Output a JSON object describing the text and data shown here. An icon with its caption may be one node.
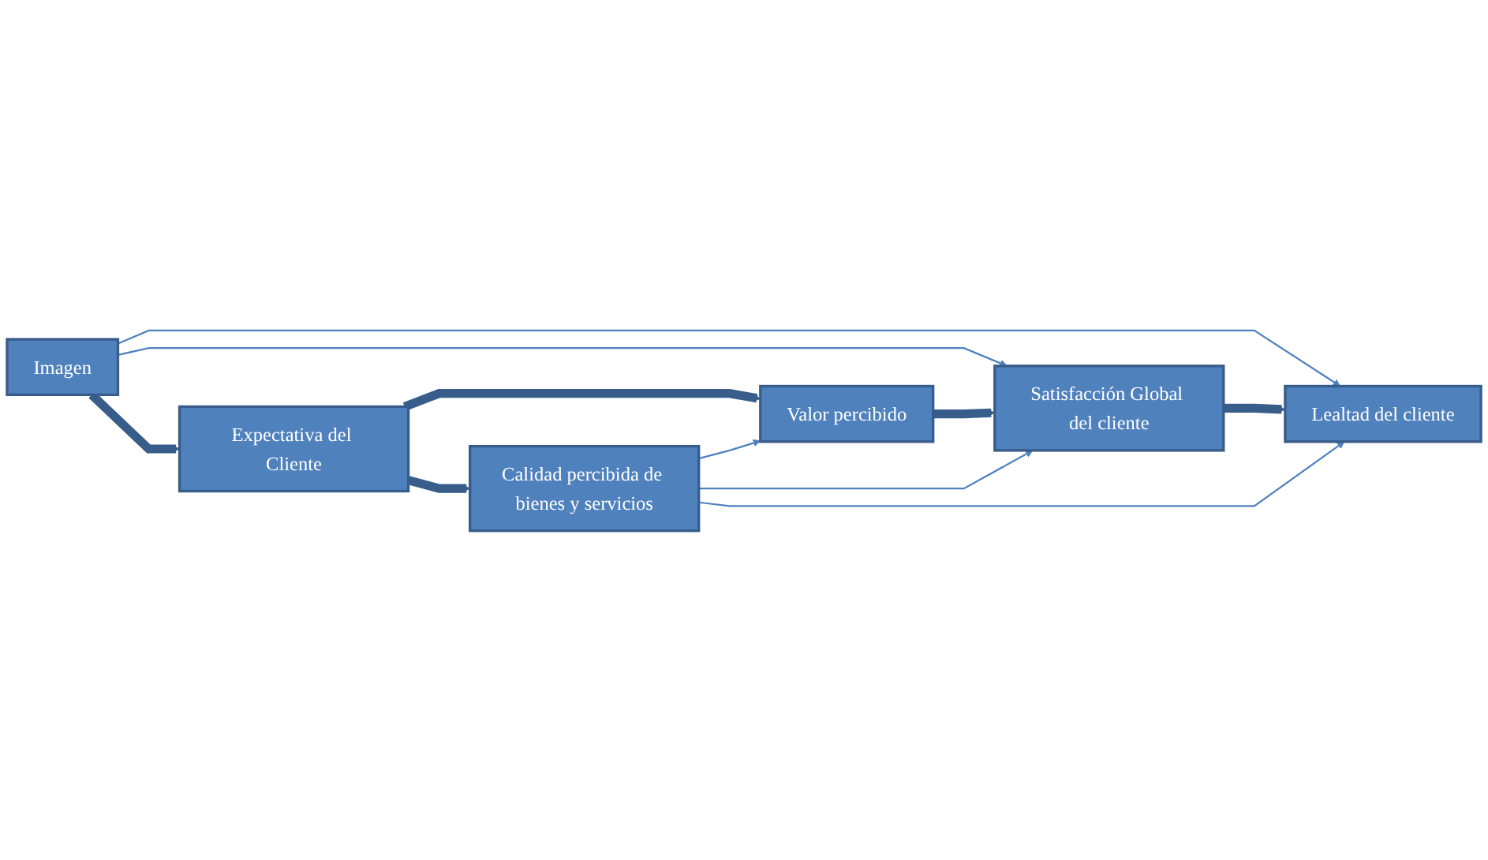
{
  "diagram": {
    "nodes": [
      {
        "text": [
          "Imagen"
        ]
      },
      {
        "text": [
          "Expectativa del Cliente"
        ]
      },
      {
        "text": [
          "Calidad percibida de bienes y servicios"
        ]
      },
      {
        "text": [
          "Valor percibido"
        ]
      },
      {
        "text": [
          "Satisfacción Global del cliente"
        ]
      },
      {
        "text": [
          "Lealtad del cliente"
        ]
      }
    ],
    "edges": [
      {
        "from": 0,
        "to": 1,
        "arrow": "to",
        "style": "thick",
        "color": "#385d8a"
      },
      {
        "from": 0,
        "to": 4,
        "arrow": "to"
      },
      {
        "from": 0,
        "to": 5,
        "arrow": "to"
      },
      {
        "from": 1,
        "to": 3,
        "arrow": "to",
        "style": "thick",
        "color": "#385d8a"
      },
      {
        "from": 1,
        "to": 2,
        "arrow": "to",
        "style": "thick",
        "color": "#385d8a"
      },
      {
        "from": 3,
        "to": 4,
        "arrow": "to",
        "style": "thick",
        "color": "#385d8a"
      },
      {
        "from": 4,
        "to": 5,
        "arrow": "to",
        "style": "thick",
        "color": "#385d8a"
      },
      {
        "from": 2,
        "to": 3,
        "arrow": "to"
      },
      {
        "from": 2,
        "to": 4,
        "arrow": "to"
      },
      {
        "from": 2,
        "to": 5,
        "arrow": "to"
      }
    ]
  }
}
